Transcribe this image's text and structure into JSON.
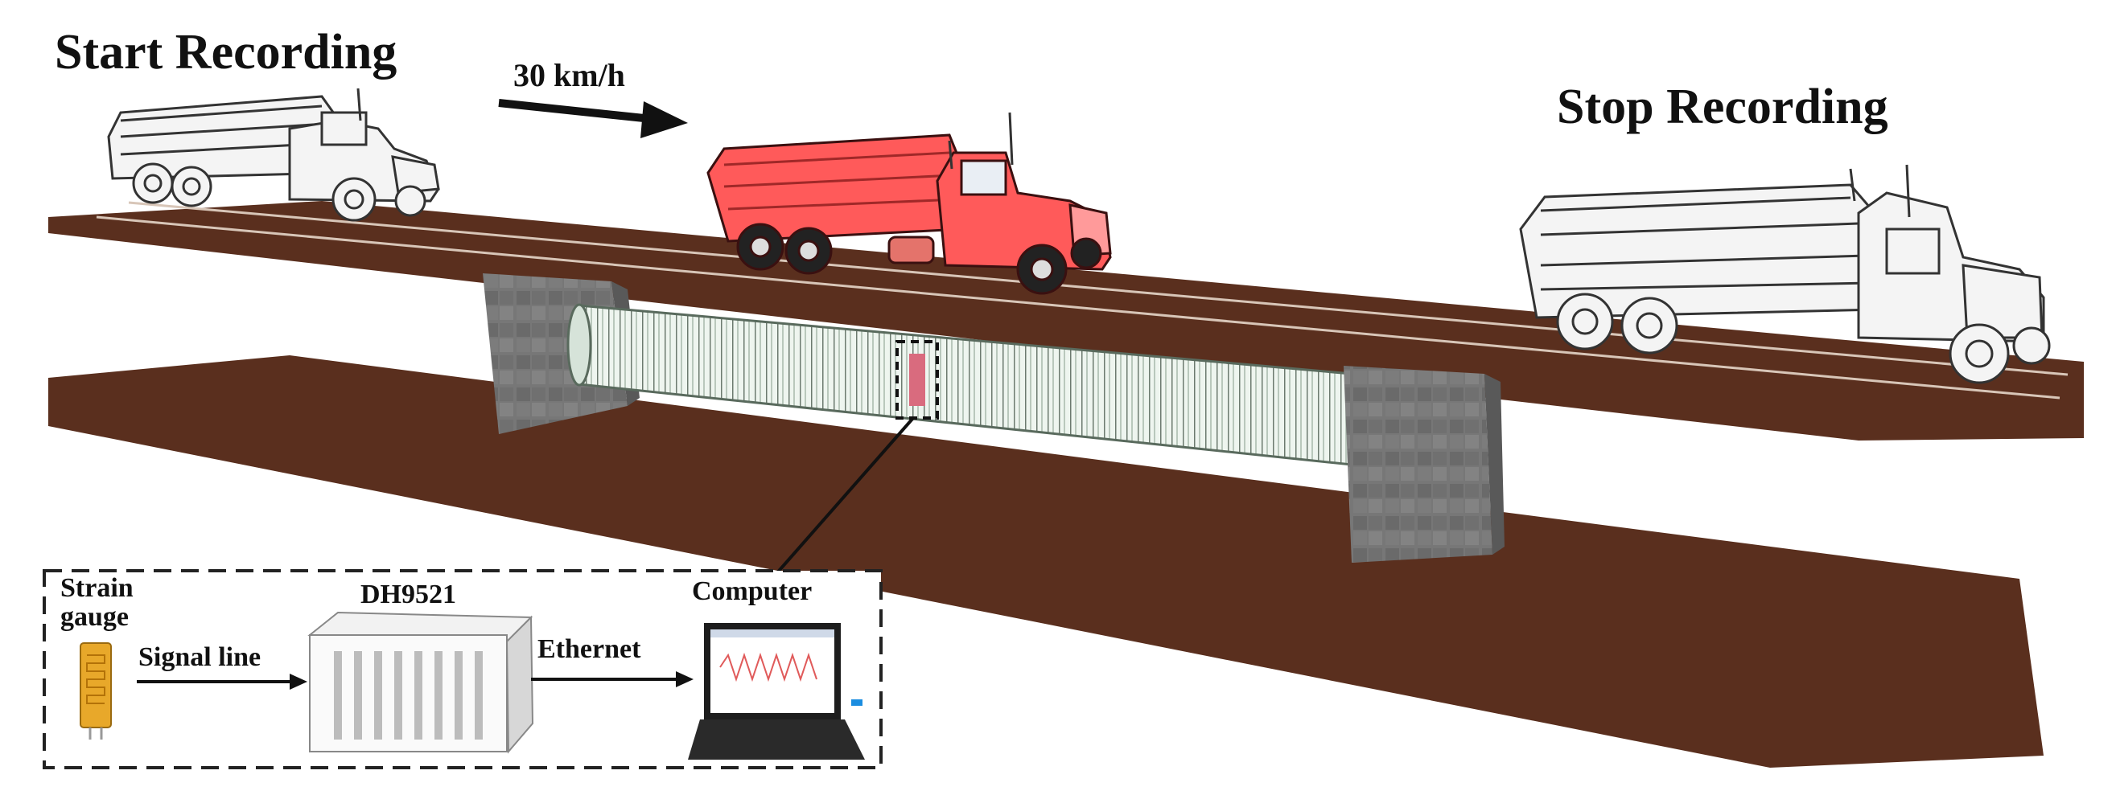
{
  "labels": {
    "start_recording": "Start Recording",
    "stop_recording": "Stop Recording",
    "speed": "30 km/h",
    "strain_gauge_line1": "Strain",
    "strain_gauge_line2": "gauge",
    "signal_line": "Signal line",
    "dh9521": "DH9521",
    "ethernet": "Ethernet",
    "computer": "Computer"
  },
  "colors": {
    "ground": "#5a2f1e",
    "pier": "#6f6f6f",
    "pipe": "#e7f1ea",
    "active_truck": "#ff5a5a",
    "ghost_truck": "#f4f4f4",
    "dashed_box": "#222222"
  }
}
